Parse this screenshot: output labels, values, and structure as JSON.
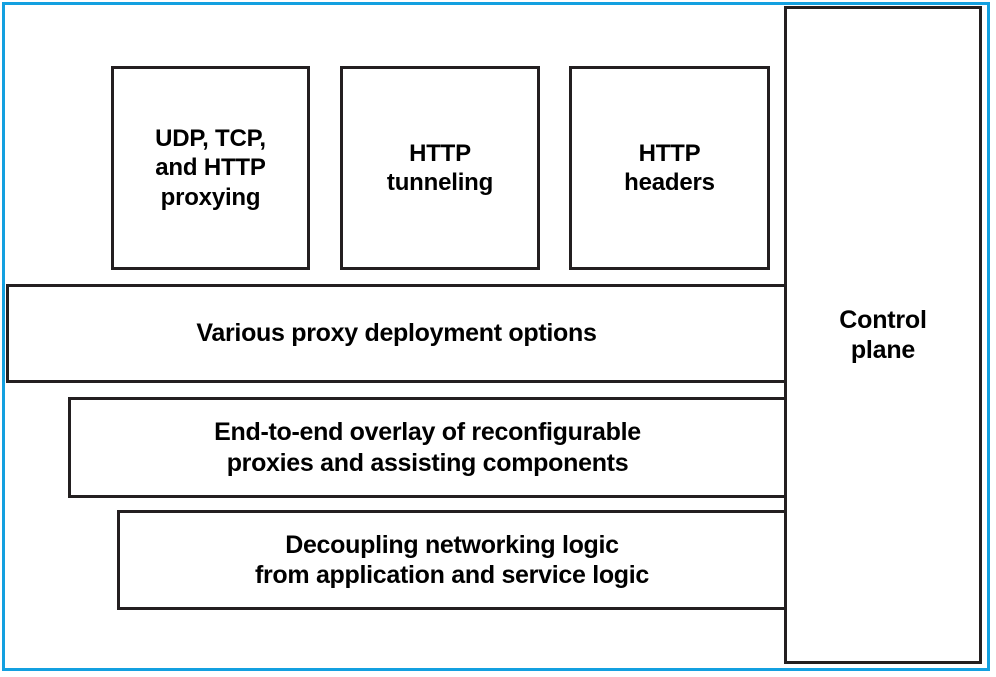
{
  "diagram": {
    "title": "Proxy architecture layers diagram",
    "frame_color": "#13a0e0",
    "node_border_color": "#231f20",
    "background": "#ffffff",
    "feature_boxes": [
      {
        "id": "udp-tcp-http-proxying",
        "label": "UDP, TCP,\nand HTTP\nproxying"
      },
      {
        "id": "http-tunneling",
        "label": "HTTP\ntunneling"
      },
      {
        "id": "http-headers",
        "label": "HTTP\nheaders"
      }
    ],
    "layer_bars": [
      {
        "id": "proxy-deployment-options",
        "label": "Various proxy deployment options"
      },
      {
        "id": "end-to-end-overlay",
        "label": "End-to-end overlay of reconfigurable\nproxies and assisting components"
      },
      {
        "id": "decoupling-networking",
        "label": "Decoupling networking logic\nfrom application and service logic"
      }
    ],
    "control_plane": {
      "id": "control-plane",
      "label": "Control\nplane"
    }
  }
}
